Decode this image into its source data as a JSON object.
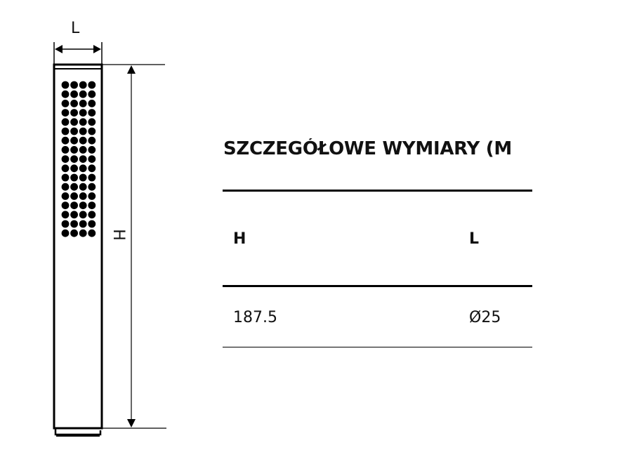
{
  "drawing": {
    "width_label": "L",
    "height_label": "H",
    "nozzle_grid": {
      "columns": 4,
      "rows": 17
    }
  },
  "spec": {
    "title": "SZCZEGÓŁOWE WYMIARY (M",
    "columns": [
      "H",
      "L"
    ],
    "rows": [
      [
        "187.5",
        "Ø25"
      ]
    ]
  }
}
